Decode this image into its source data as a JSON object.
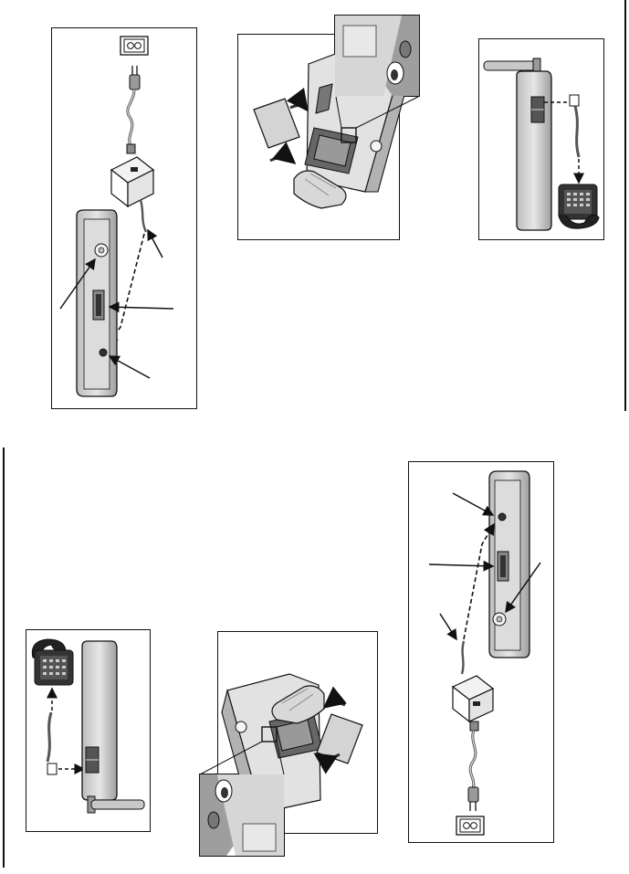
{
  "colors": {
    "outline": "#111111",
    "device_body": "#d8d8d8",
    "device_shade": "#a9a9a9",
    "device_dark": "#6d6d6d",
    "panel_bg": "#ffffff"
  },
  "icons": [
    "wall-outlet-icon",
    "ac-plug-icon",
    "ac-adapter-icon",
    "telephone-icon",
    "battery-pack-icon",
    "antenna-icon",
    "phone-cord-icon",
    "callout-arrow-icon"
  ],
  "panels": [
    {
      "id": "power-connection-top",
      "callouts": 4
    },
    {
      "id": "battery-installation-top",
      "callouts": 0
    },
    {
      "id": "phone-line-connection-top",
      "callouts": 0
    },
    {
      "id": "phone-line-connection-bottom",
      "callouts": 0
    },
    {
      "id": "battery-installation-bottom",
      "callouts": 0
    },
    {
      "id": "power-connection-bottom",
      "callouts": 4
    }
  ]
}
